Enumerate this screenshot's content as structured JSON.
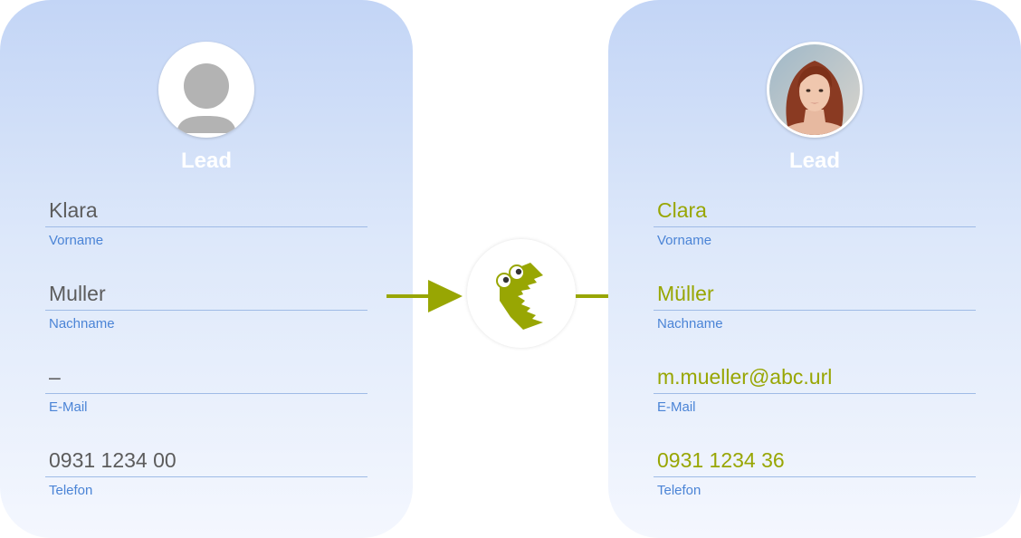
{
  "left_card": {
    "title": "Lead",
    "avatar_icon": "user-placeholder-icon",
    "fields": [
      {
        "value": "Klara",
        "label": "Vorname"
      },
      {
        "value": "Muller",
        "label": "Nachname"
      },
      {
        "value": "–",
        "label": "E-Mail"
      },
      {
        "value": "0931 1234 00",
        "label": "Telefon"
      }
    ]
  },
  "right_card": {
    "title": "Lead",
    "avatar_icon": "profile-photo",
    "fields": [
      {
        "value": "Clara",
        "label": "Vorname"
      },
      {
        "value": "Müller",
        "label": "Nachname"
      },
      {
        "value": "m.mueller@abc.url",
        "label": "E-Mail"
      },
      {
        "value": "0931 1234 36",
        "label": "Telefon"
      }
    ]
  },
  "hub": {
    "icon": "crocodile-mascot-icon"
  },
  "colors": {
    "card_gradient_top": "#c3d5f6",
    "card_gradient_bottom": "#f4f7fe",
    "accent_green": "#98a603",
    "label_blue": "#4b84d6",
    "value_gray": "#5c5c5c"
  }
}
